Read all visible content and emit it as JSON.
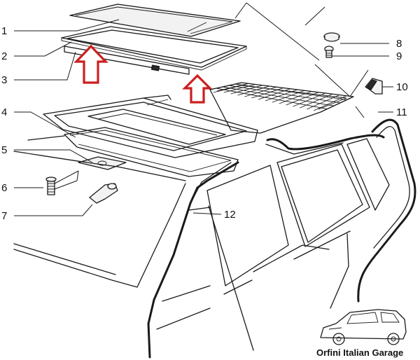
{
  "callouts": [
    {
      "id": "1",
      "label": "1"
    },
    {
      "id": "2",
      "label": "2"
    },
    {
      "id": "3",
      "label": "3"
    },
    {
      "id": "4",
      "label": "4"
    },
    {
      "id": "5",
      "label": "5"
    },
    {
      "id": "6",
      "label": "6"
    },
    {
      "id": "7",
      "label": "7"
    },
    {
      "id": "8",
      "label": "8"
    },
    {
      "id": "9",
      "label": "9"
    },
    {
      "id": "10",
      "label": "10"
    },
    {
      "id": "11",
      "label": "11"
    },
    {
      "id": "12",
      "label": "12"
    }
  ],
  "watermark": {
    "text": "Orfini Italian Garage"
  },
  "colors": {
    "line": "#1a1a1a",
    "highlight_arrow": "#cc1f1f",
    "background": "#ffffff"
  }
}
